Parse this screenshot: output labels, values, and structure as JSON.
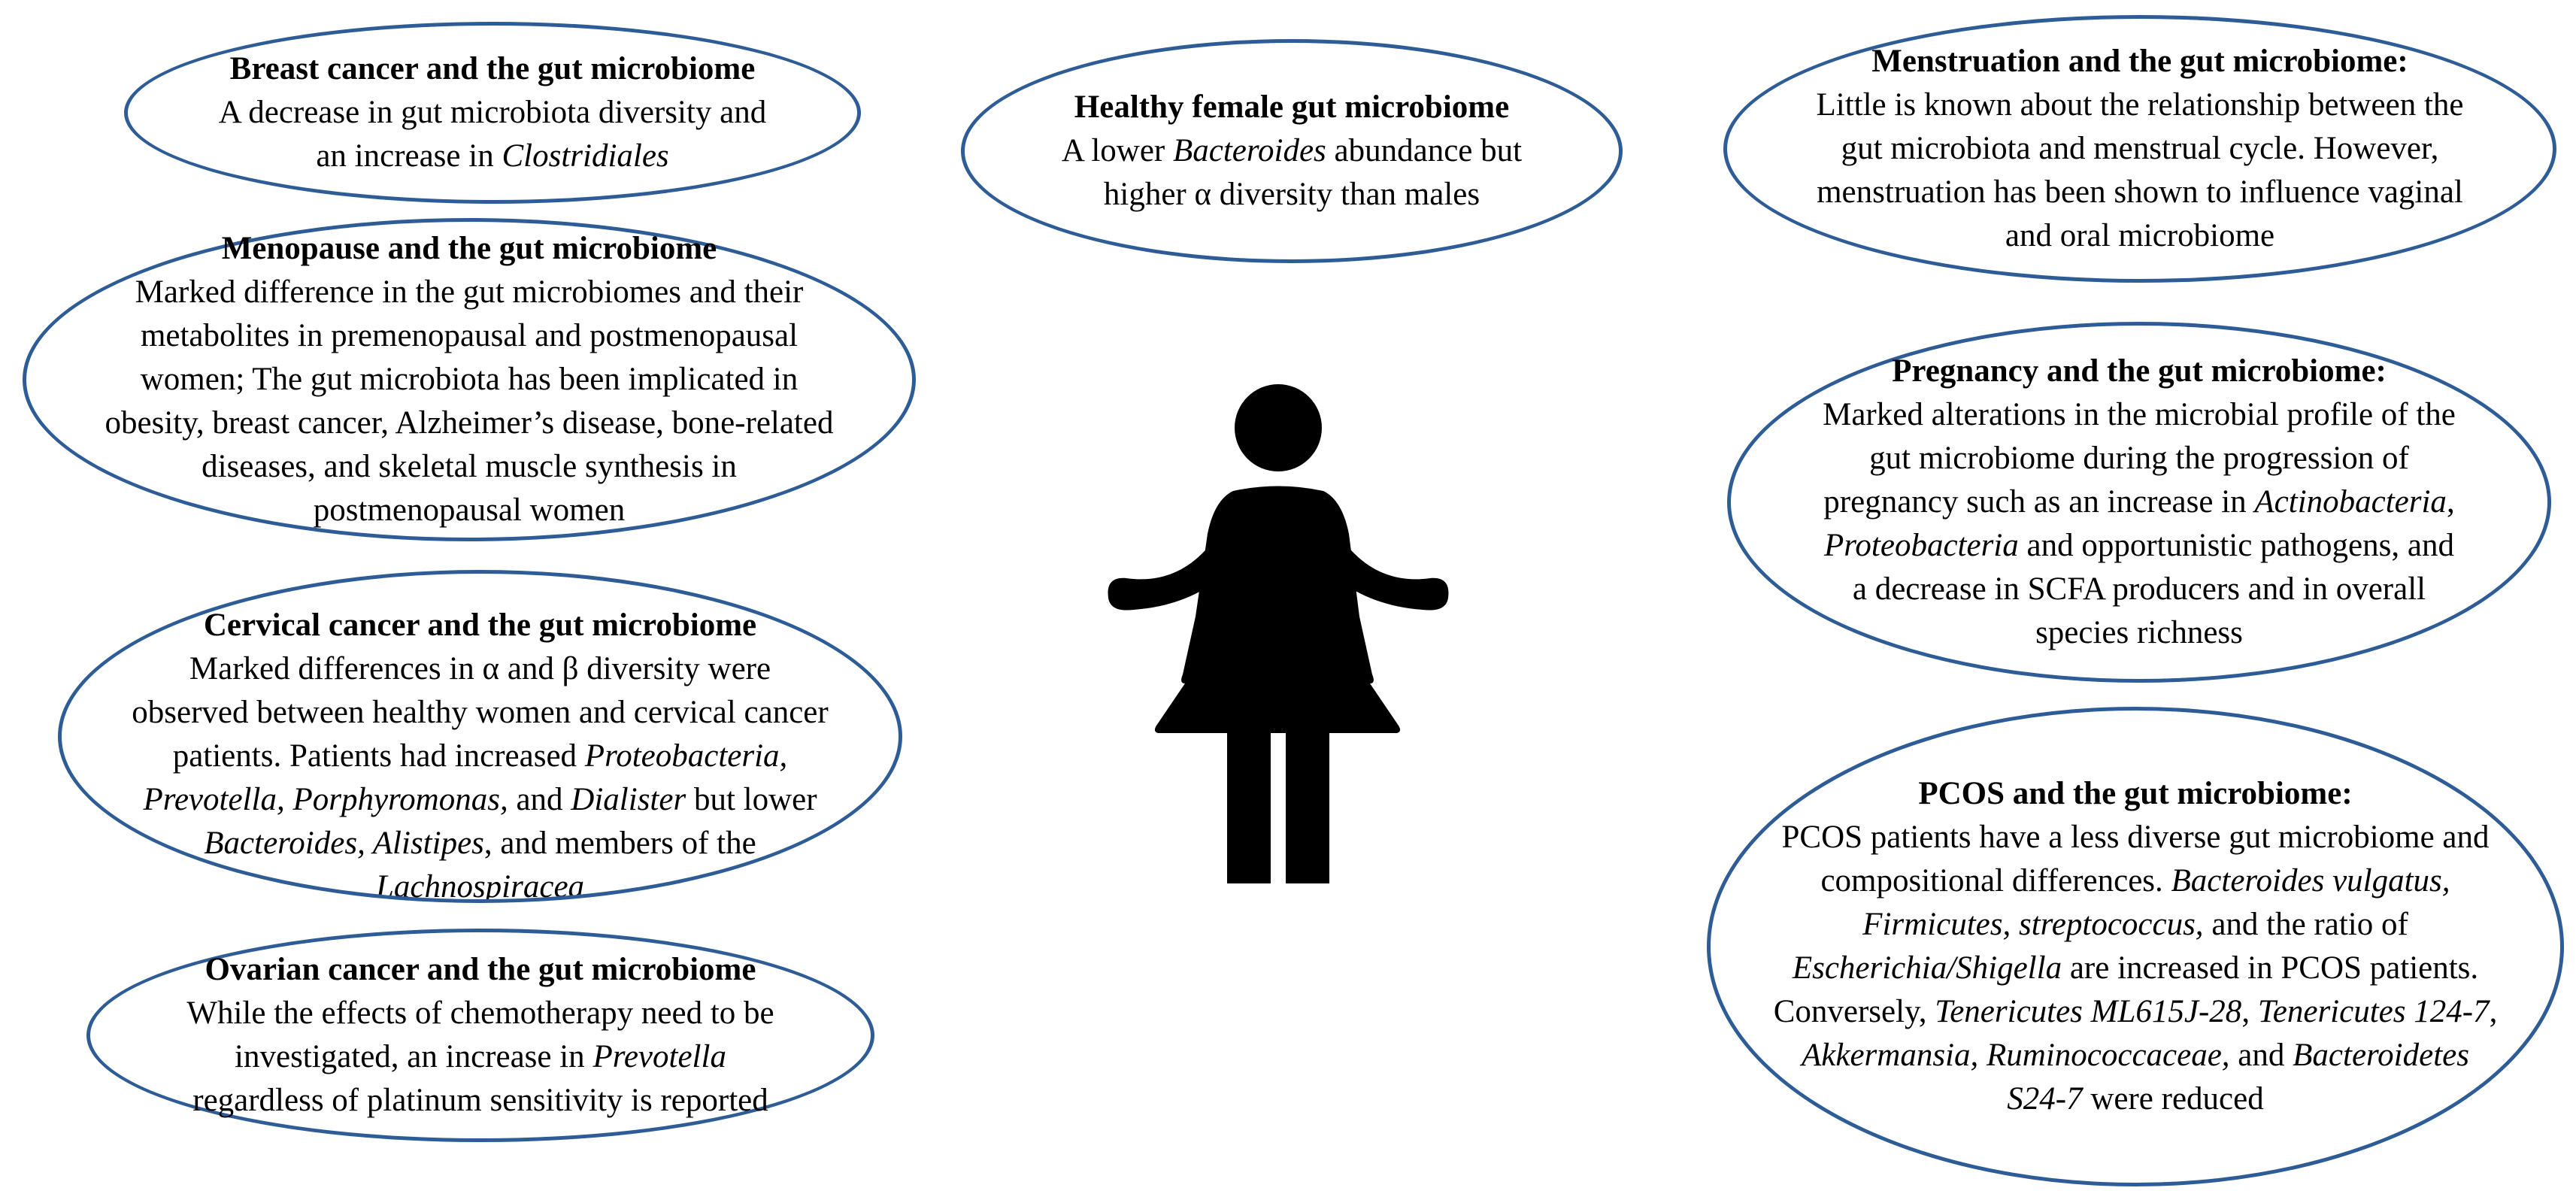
{
  "colors": {
    "border": "#2d5c96",
    "figure": "#000000"
  },
  "figure": {
    "icon": "woman-person-icon"
  },
  "boxes": [
    {
      "id": "breast-cancer",
      "title": "Breast cancer and the gut microbiome",
      "colon": "",
      "body": [
        {
          "t": "A decrease in gut microbiota diversity and an increase in "
        },
        {
          "t": "Clostridiales",
          "i": true
        }
      ]
    },
    {
      "id": "menopause",
      "title": "Menopause and the gut microbiome",
      "colon": "",
      "body": [
        {
          "t": "Marked difference in the gut microbiomes and their metabolites in premenopausal and postmenopausal women; The gut microbiota has been implicated in obesity, breast cancer, Alzheimer’s disease, bone-related diseases, and skeletal muscle synthesis in postmenopausal women"
        }
      ]
    },
    {
      "id": "cervical-cancer",
      "title": "Cervical cancer and the gut microbiome",
      "colon": "",
      "body": [
        {
          "t": "Marked differences in α and β diversity were observed between healthy women and cervical cancer patients. Patients had increased "
        },
        {
          "t": "Proteobacteria, Prevotella, Porphyromonas,",
          "i": true
        },
        {
          "t": " and "
        },
        {
          "t": "Dialister",
          "i": true
        },
        {
          "t": " but lower "
        },
        {
          "t": "Bacteroides, Alistipes",
          "i": true
        },
        {
          "t": ", and members of the "
        },
        {
          "t": "Lachnospiracea",
          "i": true
        }
      ]
    },
    {
      "id": "ovarian-cancer",
      "title": "Ovarian cancer and the gut microbiome",
      "colon": "",
      "body": [
        {
          "t": "While the effects of chemotherapy need to be investigated, an increase in "
        },
        {
          "t": "Prevotella",
          "i": true
        },
        {
          "t": " regardless of platinum sensitivity is reported"
        }
      ]
    },
    {
      "id": "healthy-female",
      "title": "Healthy female gut microbiome",
      "colon": "",
      "body": [
        {
          "t": "A lower "
        },
        {
          "t": "Bacteroides",
          "i": true
        },
        {
          "t": " abundance but higher α diversity than males"
        }
      ]
    },
    {
      "id": "menstruation",
      "title": "Menstruation and the gut microbiome",
      "colon": ":",
      "body": [
        {
          "t": "Little is known about the relationship between the gut microbiota and menstrual cycle. However, menstruation has been shown to influence vaginal and oral microbiome"
        }
      ]
    },
    {
      "id": "pregnancy",
      "title": "Pregnancy and the gut microbiome",
      "colon": ":",
      "body": [
        {
          "t": "Marked alterations in the microbial profile of the gut microbiome during the progression of pregnancy such as an increase in "
        },
        {
          "t": "Actinobacteria",
          "i": true
        },
        {
          "t": ", "
        },
        {
          "t": "Proteobacteria",
          "i": true
        },
        {
          "t": " and opportunistic pathogens, and a decrease in SCFA producers and in overall species richness"
        }
      ]
    },
    {
      "id": "pcos",
      "title": "PCOS and the gut microbiome",
      "colon": ":",
      "body": [
        {
          "t": "PCOS patients have a less diverse gut microbiome and compositional differences. "
        },
        {
          "t": "Bacteroides vulgatus, Firmicutes, streptococcus,",
          "i": true
        },
        {
          "t": " and the ratio of "
        },
        {
          "t": "Escherichia/Shigella",
          "i": true
        },
        {
          "t": " are increased in PCOS patients. Conversely, "
        },
        {
          "t": "Tenericutes ML615J-28",
          "i": true
        },
        {
          "t": ", "
        },
        {
          "t": "Tenericutes 124-7",
          "i": true
        },
        {
          "t": ", "
        },
        {
          "t": "Akkermansia, Ruminococcaceae,",
          "i": true
        },
        {
          "t": " and "
        },
        {
          "t": "Bacteroidetes S24-7",
          "i": true
        },
        {
          "t": " were reduced"
        }
      ]
    }
  ]
}
